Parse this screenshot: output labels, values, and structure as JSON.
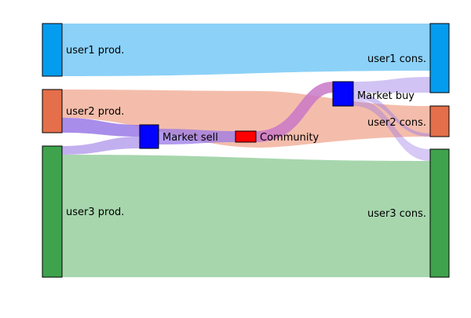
{
  "colors": {
    "user1": "#049cef",
    "user2": "#e46f4a",
    "user3": "#3fa34d",
    "market": "#0202ff",
    "community": "#ff0000",
    "flow_user1": "#86cff8",
    "flow_user2": "#f3b9a6",
    "flow_user3": "#a2d4a9",
    "flow_market": "#9a79e6",
    "flow_market_pink": "#c978c7"
  },
  "nodes": {
    "user1_prod": {
      "label": "user1 prod."
    },
    "user2_prod": {
      "label": "user2 prod."
    },
    "user3_prod": {
      "label": "user3 prod."
    },
    "market_sell": {
      "label": "Market sell"
    },
    "community": {
      "label": "Community"
    },
    "market_buy": {
      "label": "Market buy"
    },
    "user1_cons": {
      "label": "user1 cons."
    },
    "user2_cons": {
      "label": "user2 cons."
    },
    "user3_cons": {
      "label": "user3 cons."
    }
  }
}
